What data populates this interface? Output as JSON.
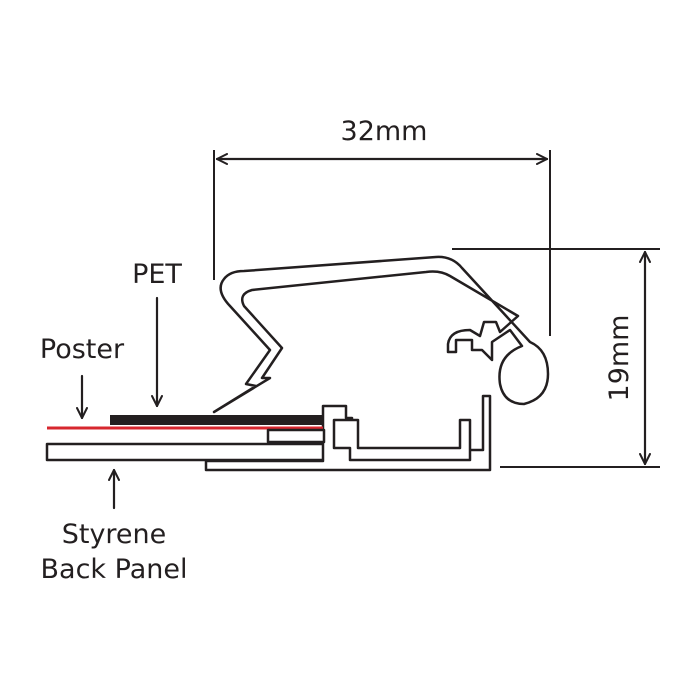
{
  "colors": {
    "line": "#231f20",
    "poster": "#d7272f",
    "pet": "#231f20",
    "background": "#ffffff"
  },
  "dimensions": {
    "width_label": "32mm",
    "height_label": "19mm"
  },
  "labels": {
    "pet": "PET",
    "poster": "Poster",
    "styrene_line1": "Styrene",
    "styrene_line2": "Back Panel"
  }
}
